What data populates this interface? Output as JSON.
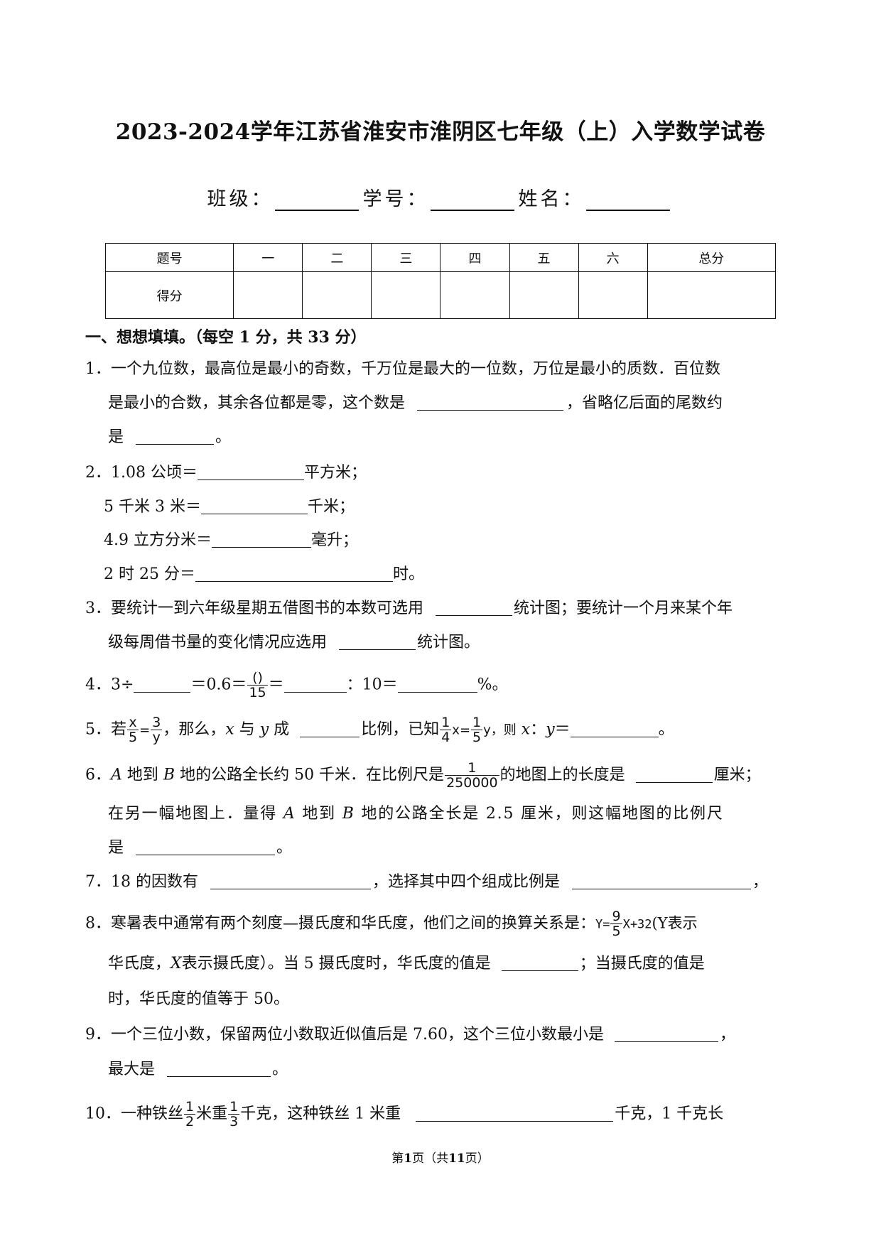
{
  "title": "2023-2024学年江苏省淮安市淮阴区七年级（上）入学数学试卷",
  "info": {
    "class_label": "班级：",
    "id_label": "学号：",
    "name_label": "姓名："
  },
  "score_table": {
    "header": [
      "题号",
      "一",
      "二",
      "三",
      "四",
      "五",
      "六",
      "总分"
    ],
    "row_label": "得分"
  },
  "section1": {
    "title": "一、想想填填。（每空 1 分，共 33 分）"
  },
  "q1": {
    "l1": "1．一个九位数，最高位是最小的奇数，千万位是最大的一位数，万位是最小的质数．百位数",
    "l2a": "是最小的合数，其余各位都是零，这个数是",
    "l2b": "，省略亿后面的尾数约",
    "l3a": "是",
    "l3b": "。"
  },
  "q2": {
    "a1": "2．1.08 公顷＝",
    "a2": "平方米；",
    "b1": "5 千米 3 米＝",
    "b2": "千米；",
    "c1": "4.9 立方分米＝",
    "c2": "毫升；",
    "d1": "2 时 25 分＝",
    "d2": "时。"
  },
  "q3": {
    "l1a": "3．要统计一到六年级星期五借图书的本数可选用",
    "l1b": "统计图；要统计一个月来某个年",
    "l2a": "级每周借书量的变化情况应选用",
    "l2b": "统计图。"
  },
  "q4": {
    "a": "4．3÷",
    "b": "＝0.6＝",
    "num": "()",
    "den": "15",
    "c": "＝",
    "d": "：10＝",
    "e": "%。"
  },
  "q5": {
    "a": "5．若",
    "f1n": "x",
    "f1d": "5",
    "eq": "=",
    "f2n": "3",
    "f2d": "y",
    "b": "，那么，",
    "x": "x",
    "c": "与",
    "y": "y",
    "d": "成",
    "e": "比例，已知",
    "f3n": "1",
    "f3d": "4",
    "g": "x=",
    "f4n": "1",
    "f4d": "5",
    "h": "y，则",
    "x2": "x",
    "colon": "：",
    "y2": "y",
    "i": "＝",
    "j": "。"
  },
  "q6": {
    "a": "6．",
    "A": "A",
    "b": "地到",
    "B": "B",
    "c": "地的公路全长约 50 千米．在比例尺是",
    "fn": "1",
    "fd": "250000",
    "d": "的地图上的长度是",
    "e": "厘米；",
    "l2a": "在另一幅地图上．量得",
    "l2A": "A",
    "l2b": "地到",
    "l2B": "B",
    "l2c": "地的公路全长是 2.5 厘米，则这幅地图的比例尺",
    "l3a": "是",
    "l3b": "。"
  },
  "q7": {
    "a": "7．18 的因数有",
    "b": "，选择其中四个组成比例是",
    "c": "，"
  },
  "q8": {
    "a": "8．寒暑表中通常有两个刻度—摄氏度和华氏度，他们之间的换算关系是：",
    "formula_a": "Y=",
    "fn": "9",
    "fd": "5",
    "formula_b": "X+32",
    "b": "(Y表示",
    "l2a": "华氏度，",
    "X": "X",
    "l2b": "表示摄氏度）。当 5 摄氏度时，华氏度的值是",
    "l2c": "；当摄氏度的值是",
    "l3": "时，华氏度的值等于 50。"
  },
  "q9": {
    "a": "9．一个三位小数，保留两位小数取近似值后是 7.60，这个三位小数最小是",
    "b": "，",
    "l2a": "最大是",
    "l2b": "。"
  },
  "q10": {
    "a": "10．一种铁丝",
    "f1n": "1",
    "f1d": "2",
    "b": "米重",
    "f2n": "1",
    "f2d": "3",
    "c": "千克，这种铁丝 1 米重",
    "d": "千克，1 千克长"
  },
  "footer": {
    "a": "第",
    "page": "1",
    "b": "页（共",
    "total": "11",
    "c": "页）"
  }
}
